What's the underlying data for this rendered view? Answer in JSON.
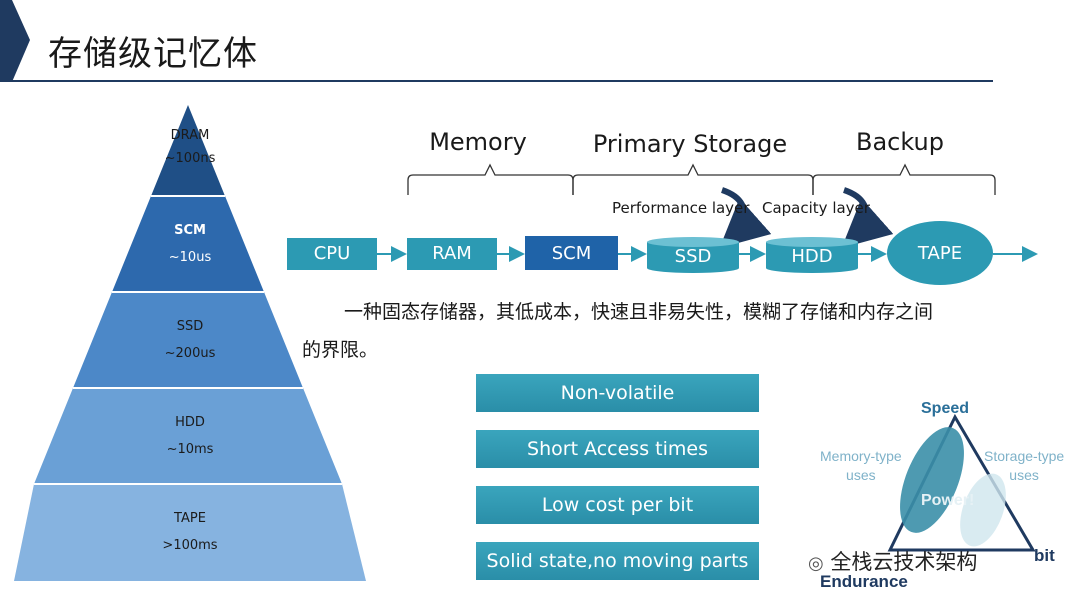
{
  "title": "存储级记忆体",
  "pyramid": [
    {
      "name": "DRAM",
      "latency": "~100ns"
    },
    {
      "name": "SCM",
      "latency": "~10us"
    },
    {
      "name": "SSD",
      "latency": "~200us"
    },
    {
      "name": "HDD",
      "latency": "~10ms"
    },
    {
      "name": "TAPE",
      "latency": ">100ms"
    }
  ],
  "categories": {
    "memory": "Memory",
    "primary": "Primary Storage",
    "backup": "Backup"
  },
  "layers": {
    "performance": "Performance layer",
    "capacity": "Capacity layer"
  },
  "flow": {
    "cpu": "CPU",
    "ram": "RAM",
    "scm": "SCM",
    "ssd": "SSD",
    "hdd": "HDD",
    "tape": "TAPE"
  },
  "description": "一种固态存储器，其低成本，快速且非易失性，模糊了存储和内存之间的界限。",
  "features": [
    "Non-volatile",
    "Short Access times",
    "Low cost per bit",
    "Solid state,no moving parts"
  ],
  "triangle": {
    "speed": "Speed",
    "memory_uses": [
      "Memory-type",
      "uses"
    ],
    "storage_uses": [
      "Storage-type",
      "uses"
    ],
    "power": "Power!",
    "endurance": "Endurance",
    "cost_partial": "bit"
  },
  "watermark": "全栈云技术架构",
  "colors": {
    "navy": "#1f3a60",
    "teal": "#2c9ab3",
    "scm": "#1f63a8"
  }
}
